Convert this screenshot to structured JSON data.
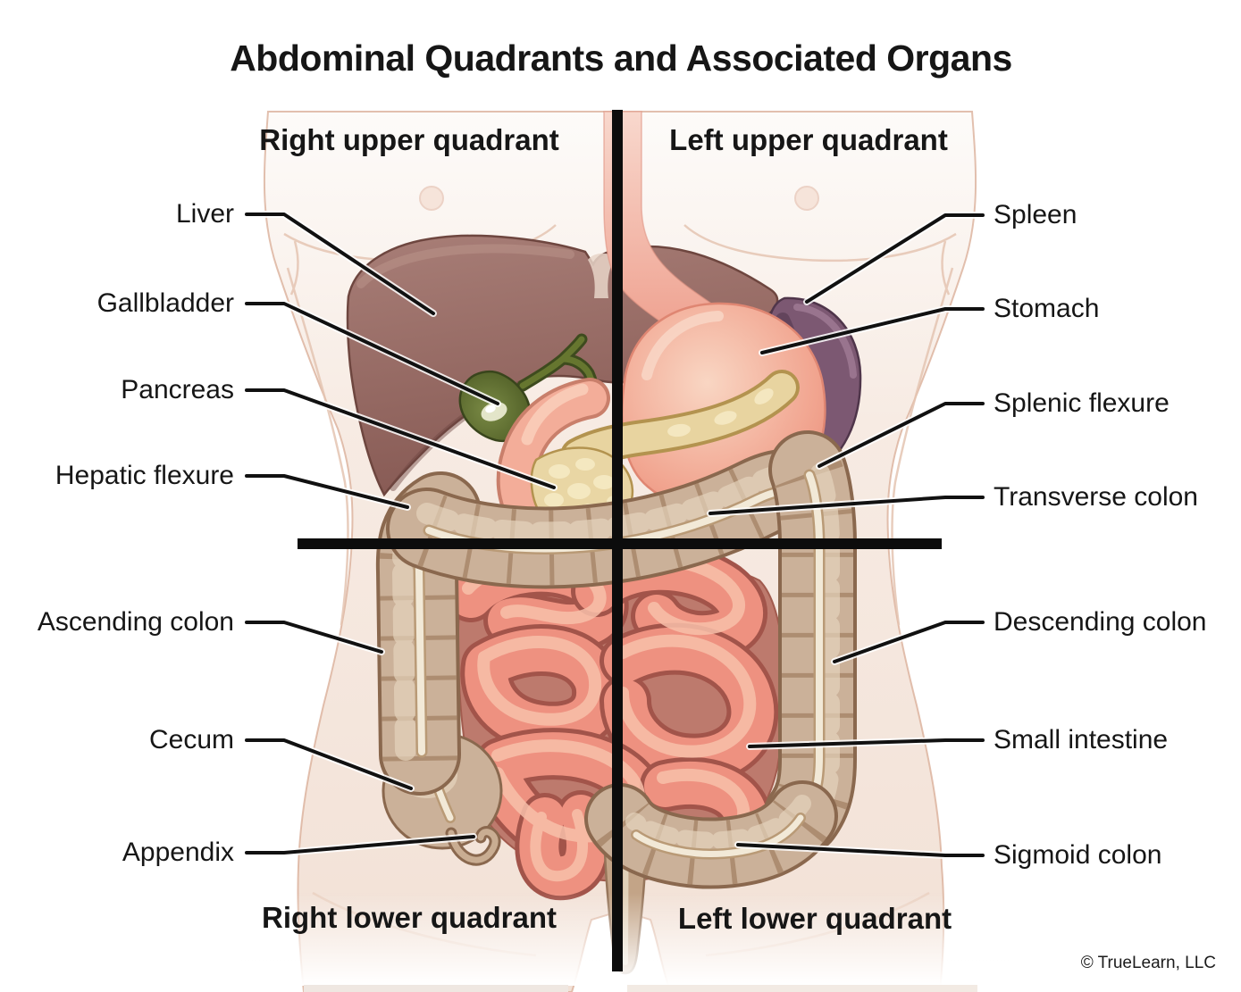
{
  "title": "Abdominal Quadrants and Associated Organs",
  "quadrant_labels": {
    "right_upper": "Right upper quadrant",
    "left_upper": "Left upper quadrant",
    "right_lower": "Right lower quadrant",
    "left_lower": "Left lower quadrant"
  },
  "organ_labels": {
    "left_column": [
      "Liver",
      "Gallbladder",
      "Pancreas",
      "Hepatic flexure",
      "Ascending colon",
      "Cecum",
      "Appendix"
    ],
    "right_column": [
      "Spleen",
      "Stomach",
      "Splenic flexure",
      "Transverse colon",
      "Descending colon",
      "Small intestine",
      "Sigmoid colon"
    ]
  },
  "credit": "© TrueLearn, LLC",
  "colors": {
    "background": "#ffffff",
    "text": "#161616",
    "divider_cross": "#0c0c0c",
    "leader_line": "#111111",
    "skin": "#f5e8e0",
    "skin_edge": "#d8ab94",
    "liver": "#9a6f6a",
    "gallbladder": "#5c6b31",
    "esophagus": "#f0a394",
    "stomach": "#f2a893",
    "spleen": "#7c5872",
    "pancreas": "#e8d4a0",
    "small_intestine": "#ee9180",
    "large_intestine": "#cbb199"
  }
}
